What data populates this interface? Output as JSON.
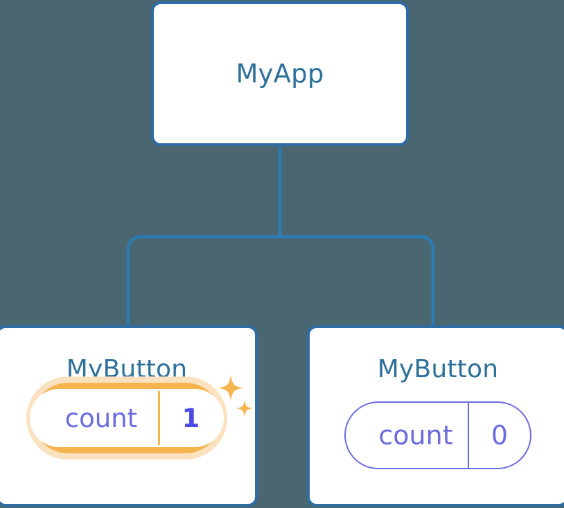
{
  "diagram": {
    "type": "component-tree",
    "title_text": "MyApp",
    "background_color": "#4a6670",
    "node_border_color": "#2d6da3",
    "node_title_color": "#2e7099",
    "state_color": "#6b6be0",
    "highlight_color": "#f6b44f",
    "highlight_glow_color": "#fae2c0",
    "connector_color": "#2d7ab0"
  },
  "root": {
    "label": "MyApp"
  },
  "children": [
    {
      "label": "MyButton",
      "state": {
        "key": "count",
        "value": "1"
      },
      "highlighted": true,
      "sparkle_icons": [
        "sparkle-large-icon",
        "sparkle-small-icon"
      ]
    },
    {
      "label": "MyButton",
      "state": {
        "key": "count",
        "value": "0"
      },
      "highlighted": false,
      "sparkle_icons": []
    }
  ],
  "connectors": {
    "stem_label": "root-to-branch-stem",
    "left_branch_label": "branch-to-left-child",
    "right_branch_label": "branch-to-right-child"
  }
}
